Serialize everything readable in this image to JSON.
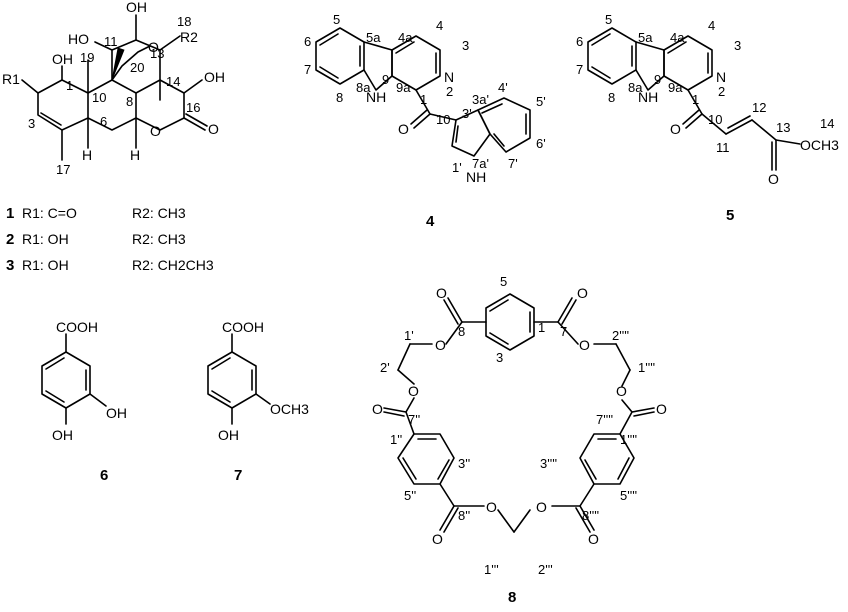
{
  "figure": {
    "compounds": [
      {
        "id": "1-3",
        "core_atom_labels": [
          "HO",
          "OH",
          "18",
          "OH",
          "11",
          "13",
          "R2",
          "R1",
          "1",
          "19",
          "O",
          "20",
          "10",
          "14",
          "OH",
          "16",
          "8",
          "3",
          "6",
          "O",
          "O",
          "H",
          "H",
          "17"
        ],
        "numbering": {
          "c1": "1",
          "c3": "3",
          "c6": "6",
          "c8": "8",
          "c10": "10",
          "c11": "11",
          "c13": "13",
          "c14": "14",
          "c16": "16",
          "c17": "17",
          "c18": "18",
          "c19": "19",
          "c20": "20"
        },
        "variants": [
          {
            "number": "1",
            "r1": "R1: C=O",
            "r2": "R2: CH3"
          },
          {
            "number": "2",
            "r1": "R1: OH",
            "r2": "R2: CH3"
          },
          {
            "number": "3",
            "r1": "R1: OH",
            "r2": "R2: CH2CH3"
          }
        ]
      },
      {
        "id": "4",
        "label": "4",
        "atom_labels": [
          "5",
          "5a",
          "4a",
          "4",
          "3",
          "6",
          "7",
          "8",
          "8a",
          "9a",
          "N",
          "2",
          "NH",
          "9",
          "1",
          "10",
          "O",
          "3'",
          "3a'",
          "4'",
          "5'",
          "6'",
          "7'",
          "7a'",
          "NH",
          "1'"
        ]
      },
      {
        "id": "5",
        "label": "5",
        "atom_labels": [
          "5",
          "5a",
          "4a",
          "4",
          "3",
          "6",
          "7",
          "8",
          "8a",
          "9a",
          "N",
          "2",
          "NH",
          "9",
          "1",
          "10",
          "O",
          "12",
          "11",
          "13",
          "14",
          "OCH3",
          "O"
        ]
      },
      {
        "id": "6",
        "label": "6",
        "atom_labels": [
          "COOH",
          "OH",
          "OH"
        ]
      },
      {
        "id": "7",
        "label": "7",
        "atom_labels": [
          "COOH",
          "OCH3",
          "OH"
        ]
      },
      {
        "id": "8",
        "label": "8",
        "atom_labels": [
          "5",
          "1",
          "3",
          "8",
          "7",
          "1'",
          "2'",
          "7''",
          "1''",
          "3''",
          "5''",
          "8''",
          "1'''",
          "2'''",
          "2''''",
          "1''''",
          "7''''",
          "1''''",
          "3''''",
          "5''''",
          "8''''"
        ]
      }
    ]
  }
}
